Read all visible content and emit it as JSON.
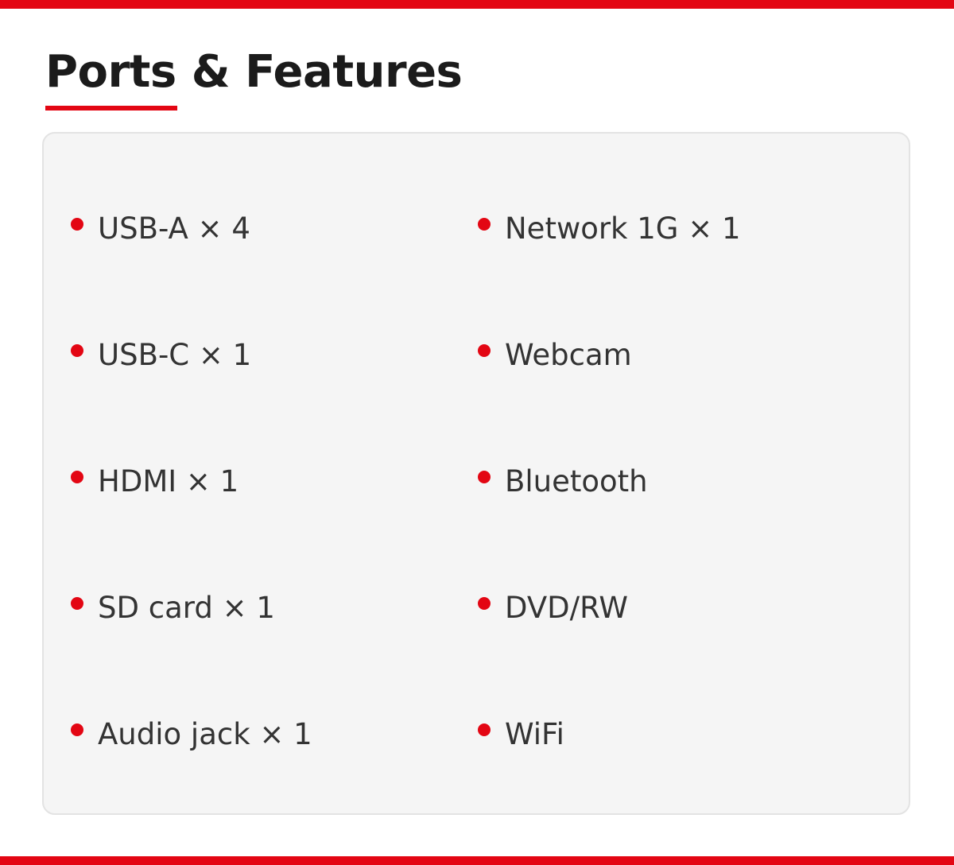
{
  "header": {
    "title": "Ports & Features"
  },
  "features": {
    "left": [
      {
        "label": "USB-A × 4"
      },
      {
        "label": "USB-C × 1"
      },
      {
        "label": "HDMI × 1"
      },
      {
        "label": "SD card × 1"
      },
      {
        "label": "Audio jack × 1"
      }
    ],
    "right": [
      {
        "label": "Network 1G × 1"
      },
      {
        "label": "Webcam"
      },
      {
        "label": "Bluetooth"
      },
      {
        "label": "DVD/RW"
      },
      {
        "label": "WiFi"
      }
    ]
  },
  "colors": {
    "accent": "#e30613",
    "heading_text": "#1b1b1b",
    "body_text": "#333333",
    "panel_background": "#f5f5f5",
    "panel_border": "#e3e3e3"
  },
  "icons": {
    "bullet": "red-dot-icon"
  }
}
